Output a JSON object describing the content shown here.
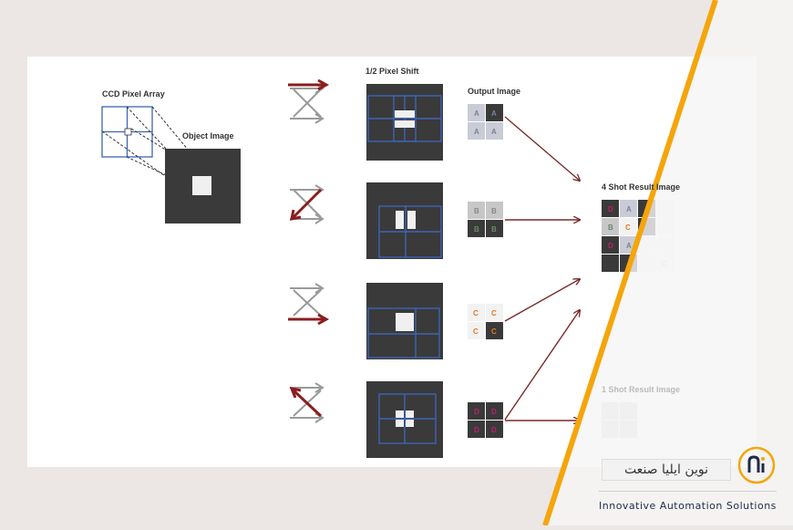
{
  "labels": {
    "ccd_pixel_array": "CCD Pixel Array",
    "object_image": "Object Image",
    "half_pixel_shift": "1/2 Pixel Shift",
    "output_image": "Output Image",
    "four_shot_result": "4 Shot Result Image",
    "one_shot_result": "1 Shot Result Image"
  },
  "letters": [
    "A",
    "B",
    "C",
    "D"
  ],
  "brand": {
    "persian_name": "نوین ایلیا صنعت",
    "tagline": "Innovative Automation Solutions"
  },
  "colors": {
    "grid_blue": "#3c64b4",
    "dark_panel": "#3a3a3a",
    "arrow_red": "#8b1e1e",
    "accent_orange": "#f5a50a",
    "letter_orange": "#e07820",
    "letter_magenta": "#c0206a",
    "brand_navy": "#1e2a4a"
  }
}
